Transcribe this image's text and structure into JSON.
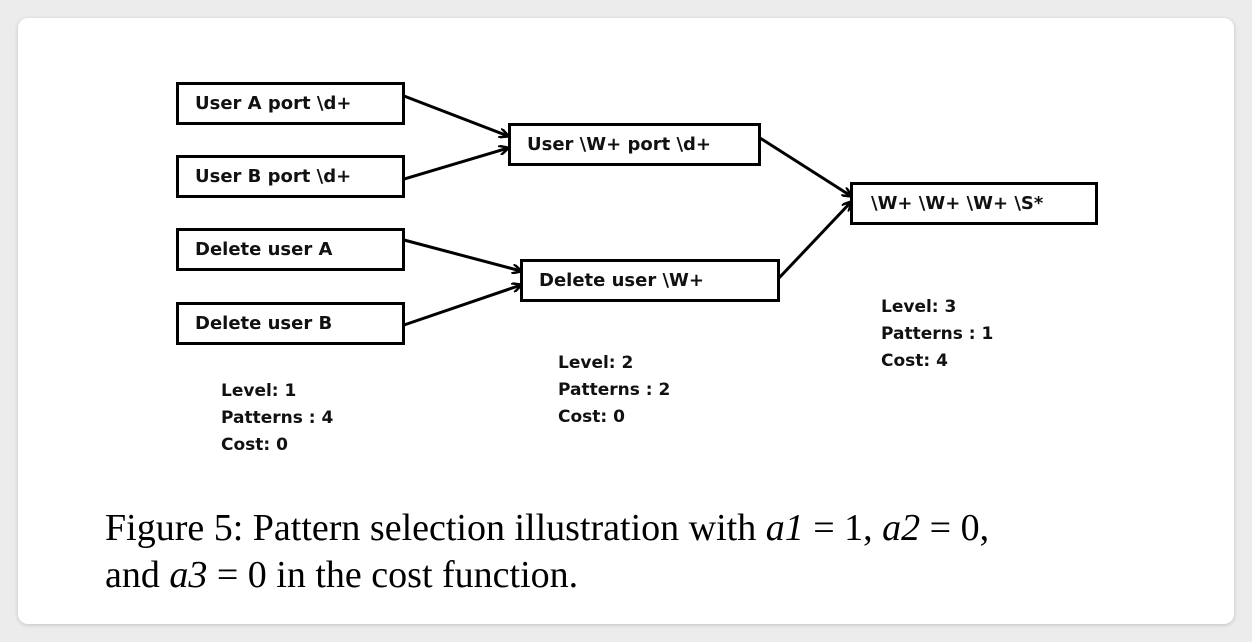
{
  "nodes": {
    "user_a": "User A port \\d+",
    "user_b": "User B port \\d+",
    "delete_a": "Delete user A",
    "delete_b": "Delete user B",
    "user_w": "User \\W+ port \\d+",
    "delete_w": "Delete user \\W+",
    "top": "\\W+ \\W+ \\W+ \\S*"
  },
  "levels": [
    {
      "level": "Level: 1",
      "patterns": "Patterns : 4",
      "cost": "Cost: 0"
    },
    {
      "level": "Level: 2",
      "patterns": "Patterns : 2",
      "cost": "Cost: 0"
    },
    {
      "level": "Level: 3",
      "patterns": "Patterns : 1",
      "cost": "Cost: 4"
    }
  ],
  "caption": {
    "label": "Figure 5:",
    "text_1": "Pattern selection illustration with ",
    "a1": "a1",
    "eq1": " = 1, ",
    "a2": "a2",
    "eq2": " = 0,",
    "text_2": "and ",
    "a3": "a3",
    "eq3": " = 0 in the cost function."
  }
}
